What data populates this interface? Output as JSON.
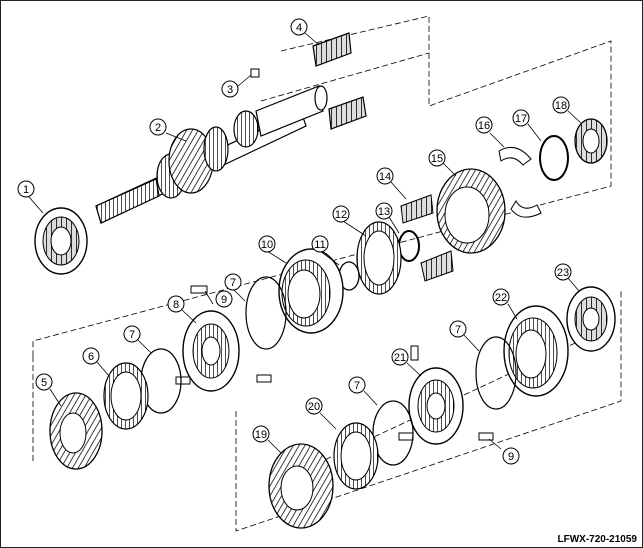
{
  "diagram": {
    "reference_code": "LFWX-720-21059",
    "callouts": [
      "1",
      "2",
      "3",
      "4",
      "5",
      "6",
      "7",
      "8",
      "9",
      "10",
      "11",
      "12",
      "13",
      "14",
      "15",
      "16",
      "17",
      "18",
      "19",
      "20",
      "21",
      "22",
      "23"
    ]
  }
}
